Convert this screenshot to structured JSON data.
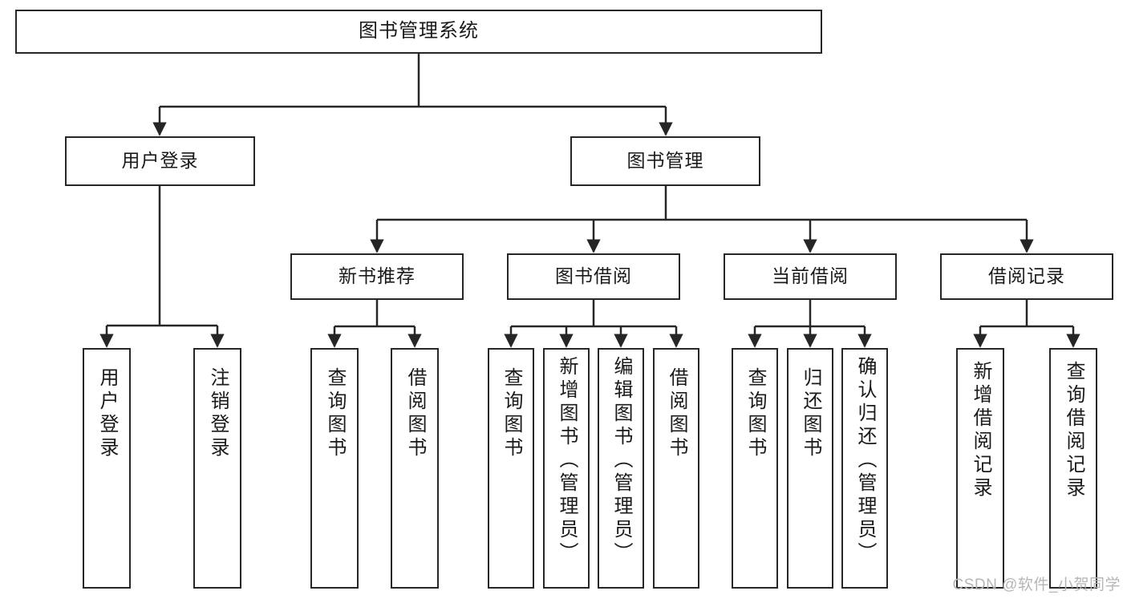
{
  "diagram": {
    "title": "图书管理系统",
    "type": "tree-hierarchy-chart",
    "watermark": "CSDN @软件_小贺同学",
    "colors": {
      "box_border": "#262626",
      "box_fill": "#ffffff",
      "connector": "#262626",
      "text": "#1a1a1a",
      "watermark": "#b6b6b6"
    }
  },
  "nodes": {
    "root": {
      "label": "图书管理系统"
    },
    "level2": [
      {
        "label": "用户登录"
      },
      {
        "label": "图书管理"
      }
    ],
    "level3": [
      {
        "label": "新书推荐"
      },
      {
        "label": "图书借阅"
      },
      {
        "label": "当前借阅"
      },
      {
        "label": "借阅记录"
      }
    ],
    "leaves": {
      "user_login": [
        {
          "label": "用户登录"
        },
        {
          "label": "注销登录"
        }
      ],
      "new_book_recommend": [
        {
          "label": "查询图书"
        },
        {
          "label": "借阅图书"
        }
      ],
      "book_borrow": [
        {
          "label": "查询图书"
        },
        {
          "label": "新增图书（管理员）"
        },
        {
          "label": "编辑图书（管理员）"
        },
        {
          "label": "借阅图书"
        }
      ],
      "current_borrow": [
        {
          "label": "查询图书"
        },
        {
          "label": "归还图书"
        },
        {
          "label": "确认归还（管理员）"
        }
      ],
      "borrow_record": [
        {
          "label": "新增借阅记录"
        },
        {
          "label": "查询借阅记录"
        }
      ]
    }
  }
}
